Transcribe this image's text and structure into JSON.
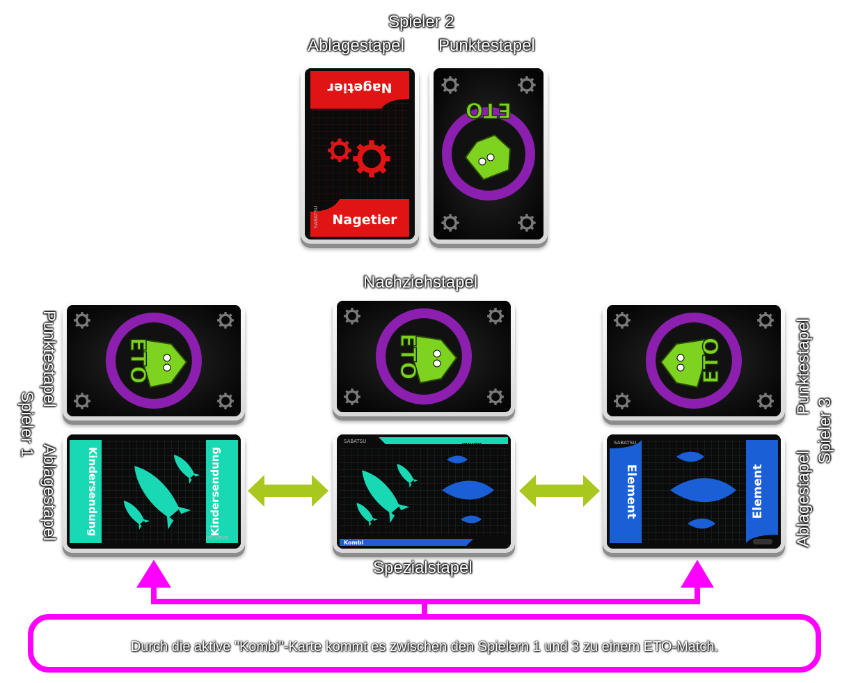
{
  "labels": {
    "player2": "Spieler 2",
    "player2_discard": "Ablagestapel",
    "player2_points": "Punktestapel",
    "draw_pile": "Nachziehstapel",
    "special_pile": "Spezialstapel",
    "player1": "Spieler 1",
    "player1_points": "Punktestapel",
    "player1_discard": "Ablagestapel",
    "player3": "Spieler 3",
    "player3_points": "Punktestapel",
    "player3_discard": "Ablagestapel"
  },
  "cards": {
    "player2_discard": {
      "title": "Nagetier",
      "brand": "SABATSU",
      "color": "#e01414"
    },
    "card_back": {
      "logo": "ETO",
      "color": "#8c1fb0"
    },
    "player1_discard": {
      "title": "Kindersendung",
      "brand": "SABATSU",
      "color": "#19d9b4"
    },
    "special": {
      "title": "Kombi",
      "brand": "SABATSU",
      "color": "#19d9b4",
      "color2": "#1a5fd6"
    },
    "player3_discard": {
      "title": "Element",
      "brand": "SABATSU",
      "color": "#1a5fd6"
    }
  },
  "message": "Durch die aktive \"Kombi\"-Karte kommt es zwischen den Spielern 1 und 3 zu einem ETO-Match.",
  "colors": {
    "arrow": "#a8c81e",
    "highlight": "#ff00ff"
  },
  "icons": [
    "gear-icon",
    "eto-logo",
    "rocket-icon",
    "flame-icon",
    "double-arrow-icon",
    "up-arrow-icon"
  ]
}
